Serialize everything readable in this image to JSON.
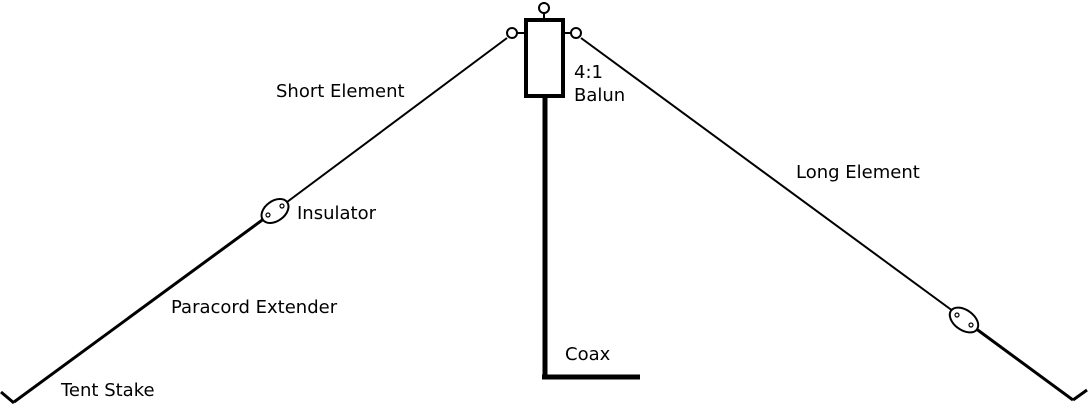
{
  "labels": {
    "short_element": "Short Element",
    "long_element": "Long Element",
    "balun_ratio": "4:1",
    "balun": "Balun",
    "insulator": "Insulator",
    "paracord_extender": "Paracord Extender",
    "coax": "Coax",
    "tent_stake": "Tent Stake"
  },
  "colors": {
    "stroke": "#000000",
    "background": "#ffffff"
  }
}
